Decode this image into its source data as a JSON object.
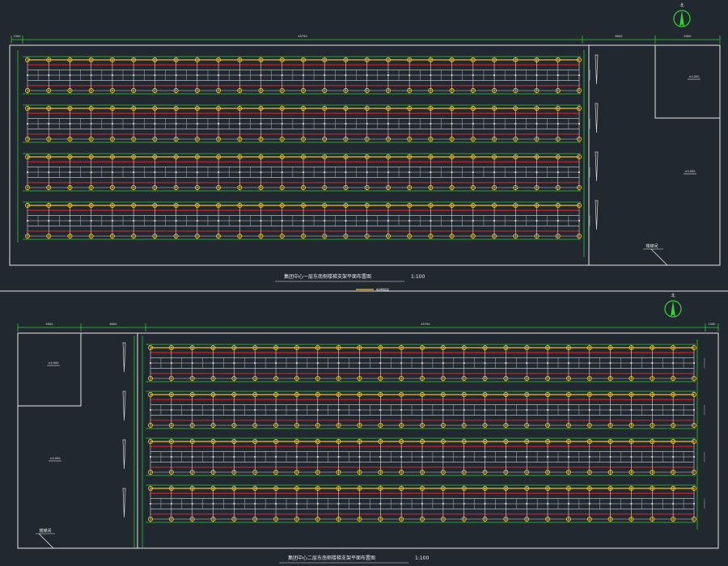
{
  "colors": {
    "background": "#212830",
    "outline": "#e8e8e8",
    "dimension": "#31c831",
    "grid": "#d8d8d8",
    "beam_red": "#e82020",
    "node_yellow": "#f0c020",
    "north_arrow": "#2fd62f"
  },
  "plan_top": {
    "title": "集团中心一层东南侧楼梯支架平面布置图",
    "scale": "1:100",
    "legend_label": "新增钢梁",
    "overall_dims": [
      "1500",
      "45750",
      "6000",
      "5000"
    ],
    "area_tags": [
      "±0.000",
      "±0.000"
    ],
    "stair_tag": "楼梯间",
    "north_label": "北",
    "row_count": 4,
    "bay_count": 26
  },
  "plan_bottom": {
    "title": "集团中心二层东南侧楼梯支架平面布置图",
    "scale": "1:100",
    "overall_dims": [
      "5000",
      "6000",
      "45750",
      "1500"
    ],
    "area_tags": [
      "±0.000",
      "±0.000"
    ],
    "stair_tag": "楼梯间",
    "north_label": "北",
    "row_count": 4,
    "bay_count": 26
  }
}
